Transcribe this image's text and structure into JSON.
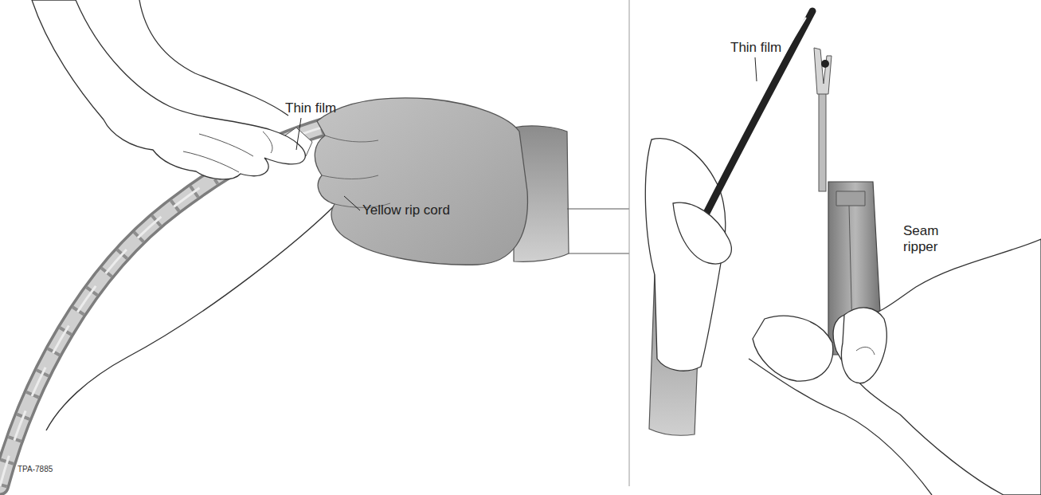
{
  "diagram": {
    "labels": [
      "Thin film",
      "Yellow rip cord",
      "TPA-7885",
      "Thin film",
      "Seam ripper"
    ]
  }
}
